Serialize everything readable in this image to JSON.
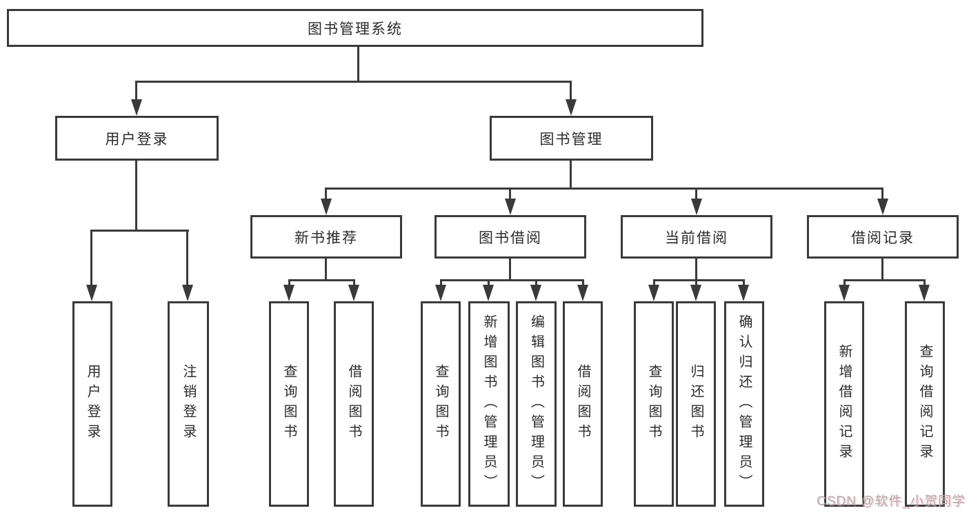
{
  "diagram": {
    "root": "图书管理系统",
    "level2": [
      "用户登录",
      "图书管理"
    ],
    "level3": [
      "新书推荐",
      "图书借阅",
      "当前借阅",
      "借阅记录"
    ],
    "leaves_login": [
      "用户登录",
      "注销登录"
    ],
    "leaves_new_books": [
      "查询图书",
      "借阅图书"
    ],
    "leaves_borrow": [
      "查询图书",
      "新增图书（管理员）",
      "编辑图书（管理员）",
      "借阅图书"
    ],
    "leaves_current": [
      "查询图书",
      "归还图书",
      "确认归还（管理员）"
    ],
    "leaves_records": [
      "新增借阅记录",
      "查询借阅记录"
    ]
  },
  "watermark": "CSDN @软件_小贺同学",
  "colors": {
    "line": "#3a3a3a",
    "text": "#2b2b2b",
    "background": "#ffffff",
    "watermark": "#b2abab"
  }
}
